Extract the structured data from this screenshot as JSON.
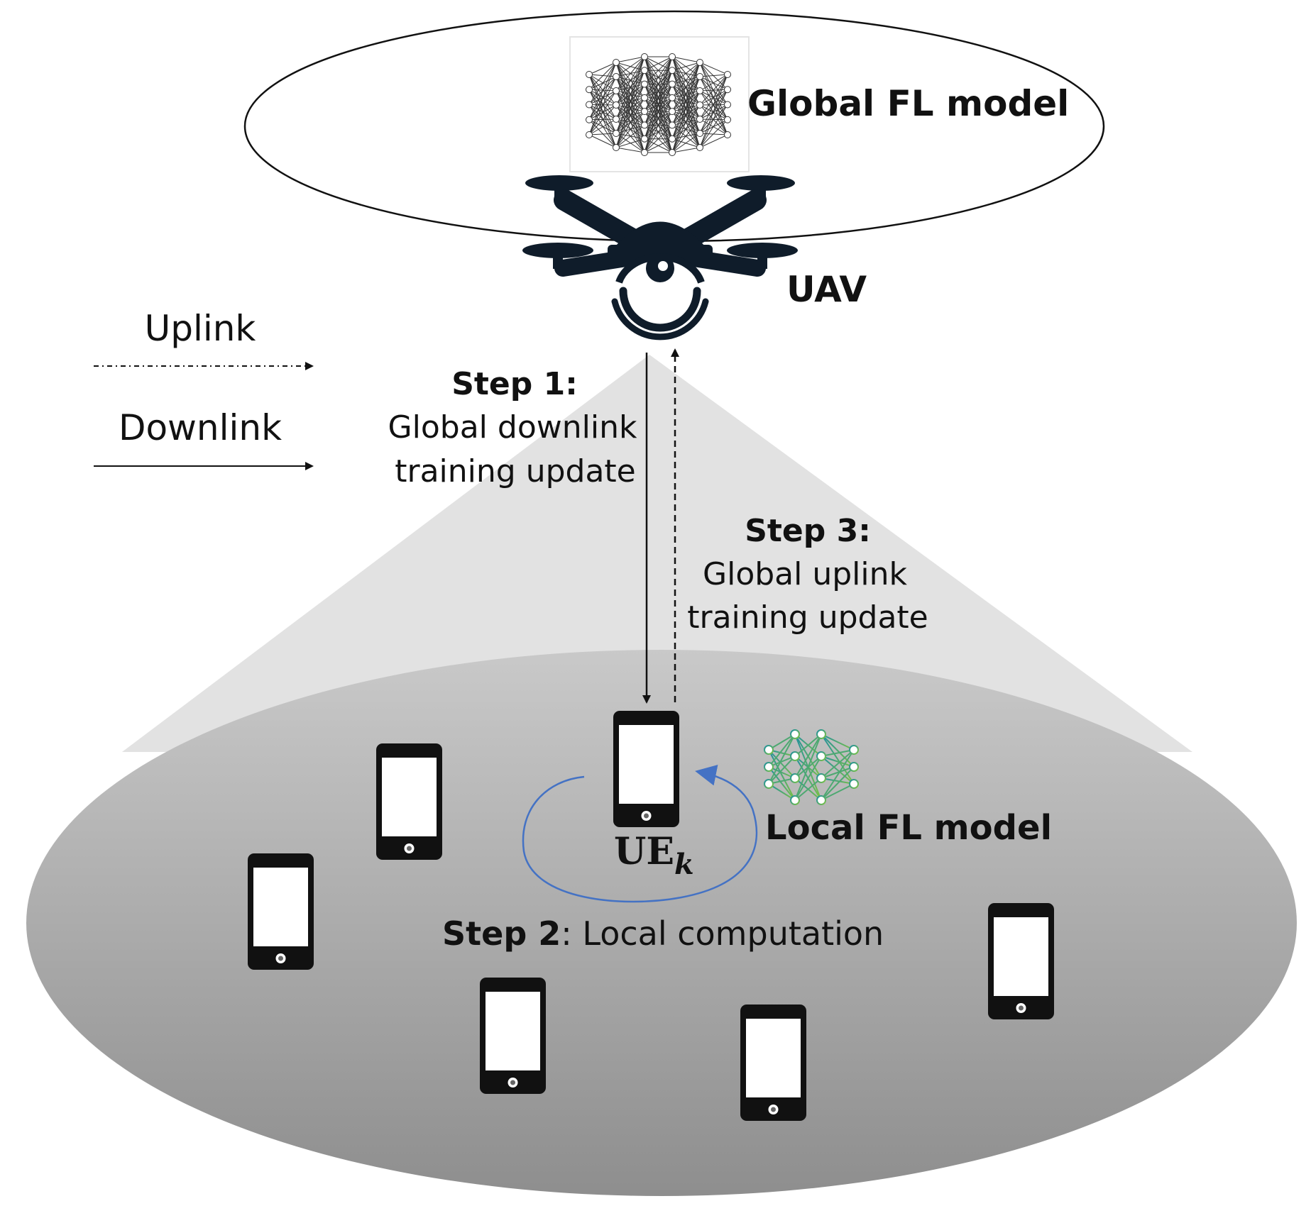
{
  "labels": {
    "global_model": "Global FL model",
    "uav": "UAV",
    "legend_uplink": "Uplink",
    "legend_downlink": "Downlink",
    "step1_title": "Step 1:",
    "step1_line1": "Global downlink",
    "step1_line2": "training update",
    "step3_title": "Step 3:",
    "step3_line1": "Global uplink",
    "step3_line2": "training update",
    "ue_base": "UE",
    "ue_sub": "k",
    "local_model": "Local FL model",
    "step2_title": "Step 2",
    "step2_rest": ": Local computation"
  },
  "icons": {
    "drone": "drone-icon",
    "global_nn": "neural-network-icon",
    "local_nn": "neural-network-icon",
    "phone": "smartphone-icon"
  },
  "colors": {
    "ground_top": "#c9c9c9",
    "ground_bottom": "#8e8e8e",
    "beam": "#e2e2e2",
    "drone": "#0f1c2a",
    "loop_arrow": "#4472c4",
    "local_nn_start": "#1f8fa0",
    "local_nn_end": "#7cc242"
  }
}
